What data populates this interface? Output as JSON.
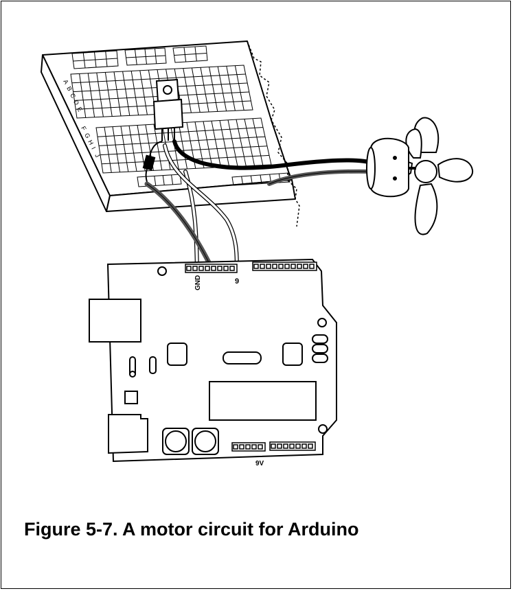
{
  "figure": {
    "caption": "Figure 5-7. A motor circuit for Arduino"
  },
  "breadboard": {
    "row_labels_top": [
      "A",
      "B",
      "C",
      "D",
      "E"
    ],
    "row_labels_bottom": [
      "F",
      "G",
      "H",
      "I",
      "J"
    ]
  },
  "arduino": {
    "pin_gnd": "GND",
    "pin_9": "9",
    "pin_9v": "9V"
  },
  "colors": {
    "ink": "#000000",
    "wire_gray": "#555555",
    "wire_black": "#000000",
    "paper": "#ffffff"
  }
}
